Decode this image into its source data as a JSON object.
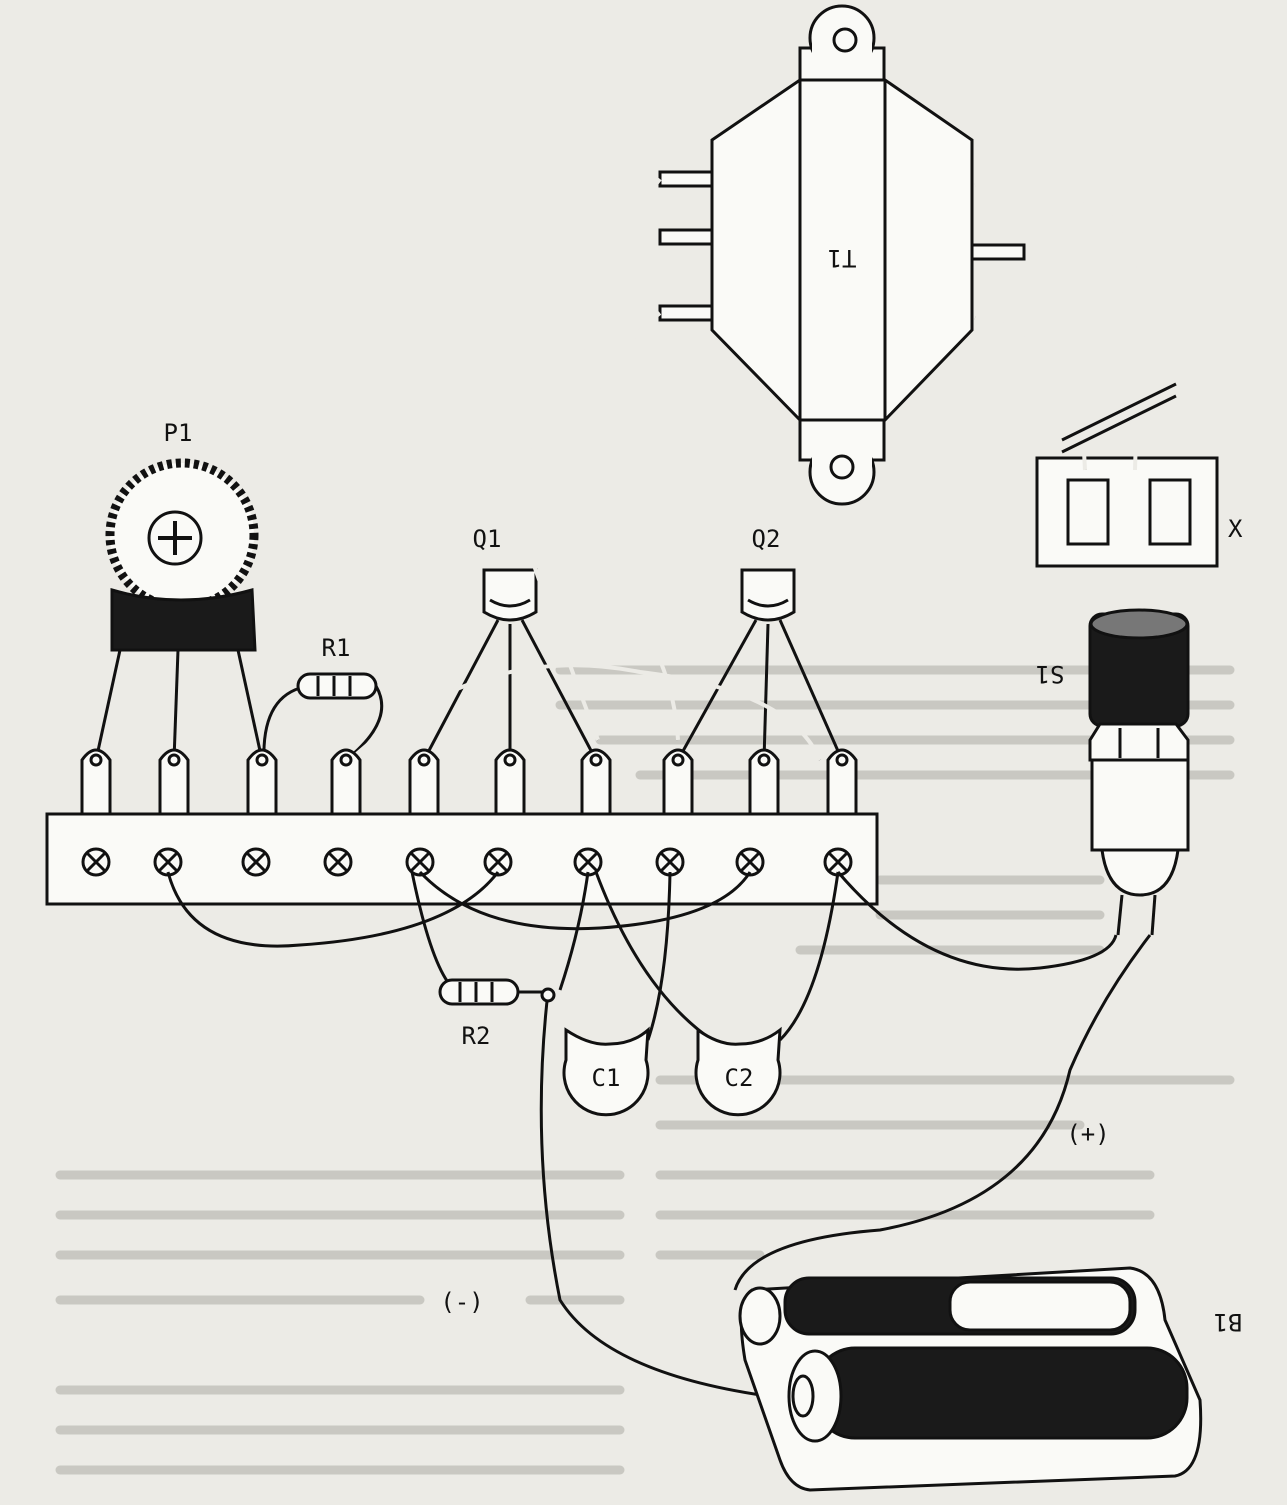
{
  "labels": {
    "t1": "T1",
    "p1": "P1",
    "r1": "R1",
    "q1": "Q1",
    "q2": "Q2",
    "s1": "S1",
    "x": "X",
    "r2": "R2",
    "c1": "C1",
    "c2": "C2",
    "plus": "(+)",
    "minus": "(-)",
    "b1": "B1"
  },
  "colors": {
    "ink": "#111111",
    "paper": "#ecebe6",
    "part_fill": "#fafaf7"
  }
}
